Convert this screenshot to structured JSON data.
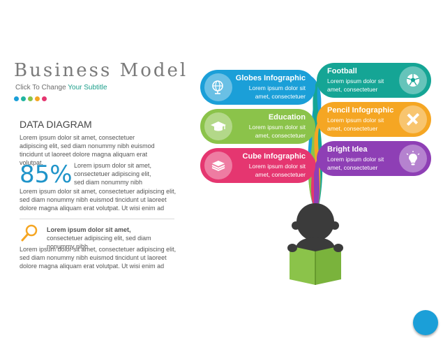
{
  "slide": {
    "title": "Business Model",
    "subtitle_prefix": "Click To Change",
    "subtitle_accent": "Your Subtitle",
    "dots": [
      "#1b9fd8",
      "#21b5a0",
      "#8bc34a",
      "#f5a623",
      "#e53670"
    ],
    "section_title": "DATA DIAGRAM",
    "para1": "Lorem ipsum dolor sit amet, consectetuer adipiscing elit, sed diam nonummy nibh euismod tincidunt ut laoreet dolore magna aliquam erat volutpat.",
    "stat_value": "85%",
    "stat_text": "Lorem ipsum dolor sit amet, consectetuer adipiscing elit, sed diam nonummy nibh",
    "para2": "Lorem ipsum dolor sit amet, consectetuer adipiscing elit, sed diam nonummy nibh euismod tincidunt ut laoreet dolore magna aliquam erat volutpat. Ut wisi enim ad",
    "key_bold": "Lorem ipsum dolor sit amet,",
    "key_rest": " consectetuer adipiscing elit, sed diam nonummy nibh",
    "para3": "Lorem ipsum dolor sit amet, consectetuer adipiscing elit, sed diam nonummy nibh euismod tincidunt ut laoreet dolore magna aliquam erat volutpat. Ut wisi enim ad"
  },
  "cards": {
    "globes": {
      "title": "Globes Infographic",
      "line1": "Lorem ipsum dolor sit",
      "line2": "amet, consectetuer",
      "color": "#1b9fd8",
      "icon": "globe-icon"
    },
    "education": {
      "title": "Education",
      "line1": "Lorem ipsum dolor sit",
      "line2": "amet, consectetuer",
      "color": "#8bc34a",
      "icon": "graduation-cap-icon"
    },
    "cube": {
      "title": "Cube Infographic",
      "line1": "Lorem ipsum dolor sit",
      "line2": "amet, consectetuer",
      "color": "#e53670",
      "icon": "book-stack-icon"
    },
    "football": {
      "title": "Football",
      "line1": "Lorem ipsum dolor sit",
      "line2": "amet, consectetuer",
      "color": "#15a595",
      "icon": "football-icon"
    },
    "pencil": {
      "title": "Pencil Infographic",
      "line1": "Lorem ipsum dolor sit",
      "line2": "amet, consectetuer",
      "color": "#f5a623",
      "icon": "pencil-ruler-icon"
    },
    "bright": {
      "title": "Bright Idea",
      "line1": "Lorem ipsum dolor sit",
      "line2": "amet, consectetuer",
      "color": "#8e3fb5",
      "icon": "lightbulb-icon"
    }
  }
}
